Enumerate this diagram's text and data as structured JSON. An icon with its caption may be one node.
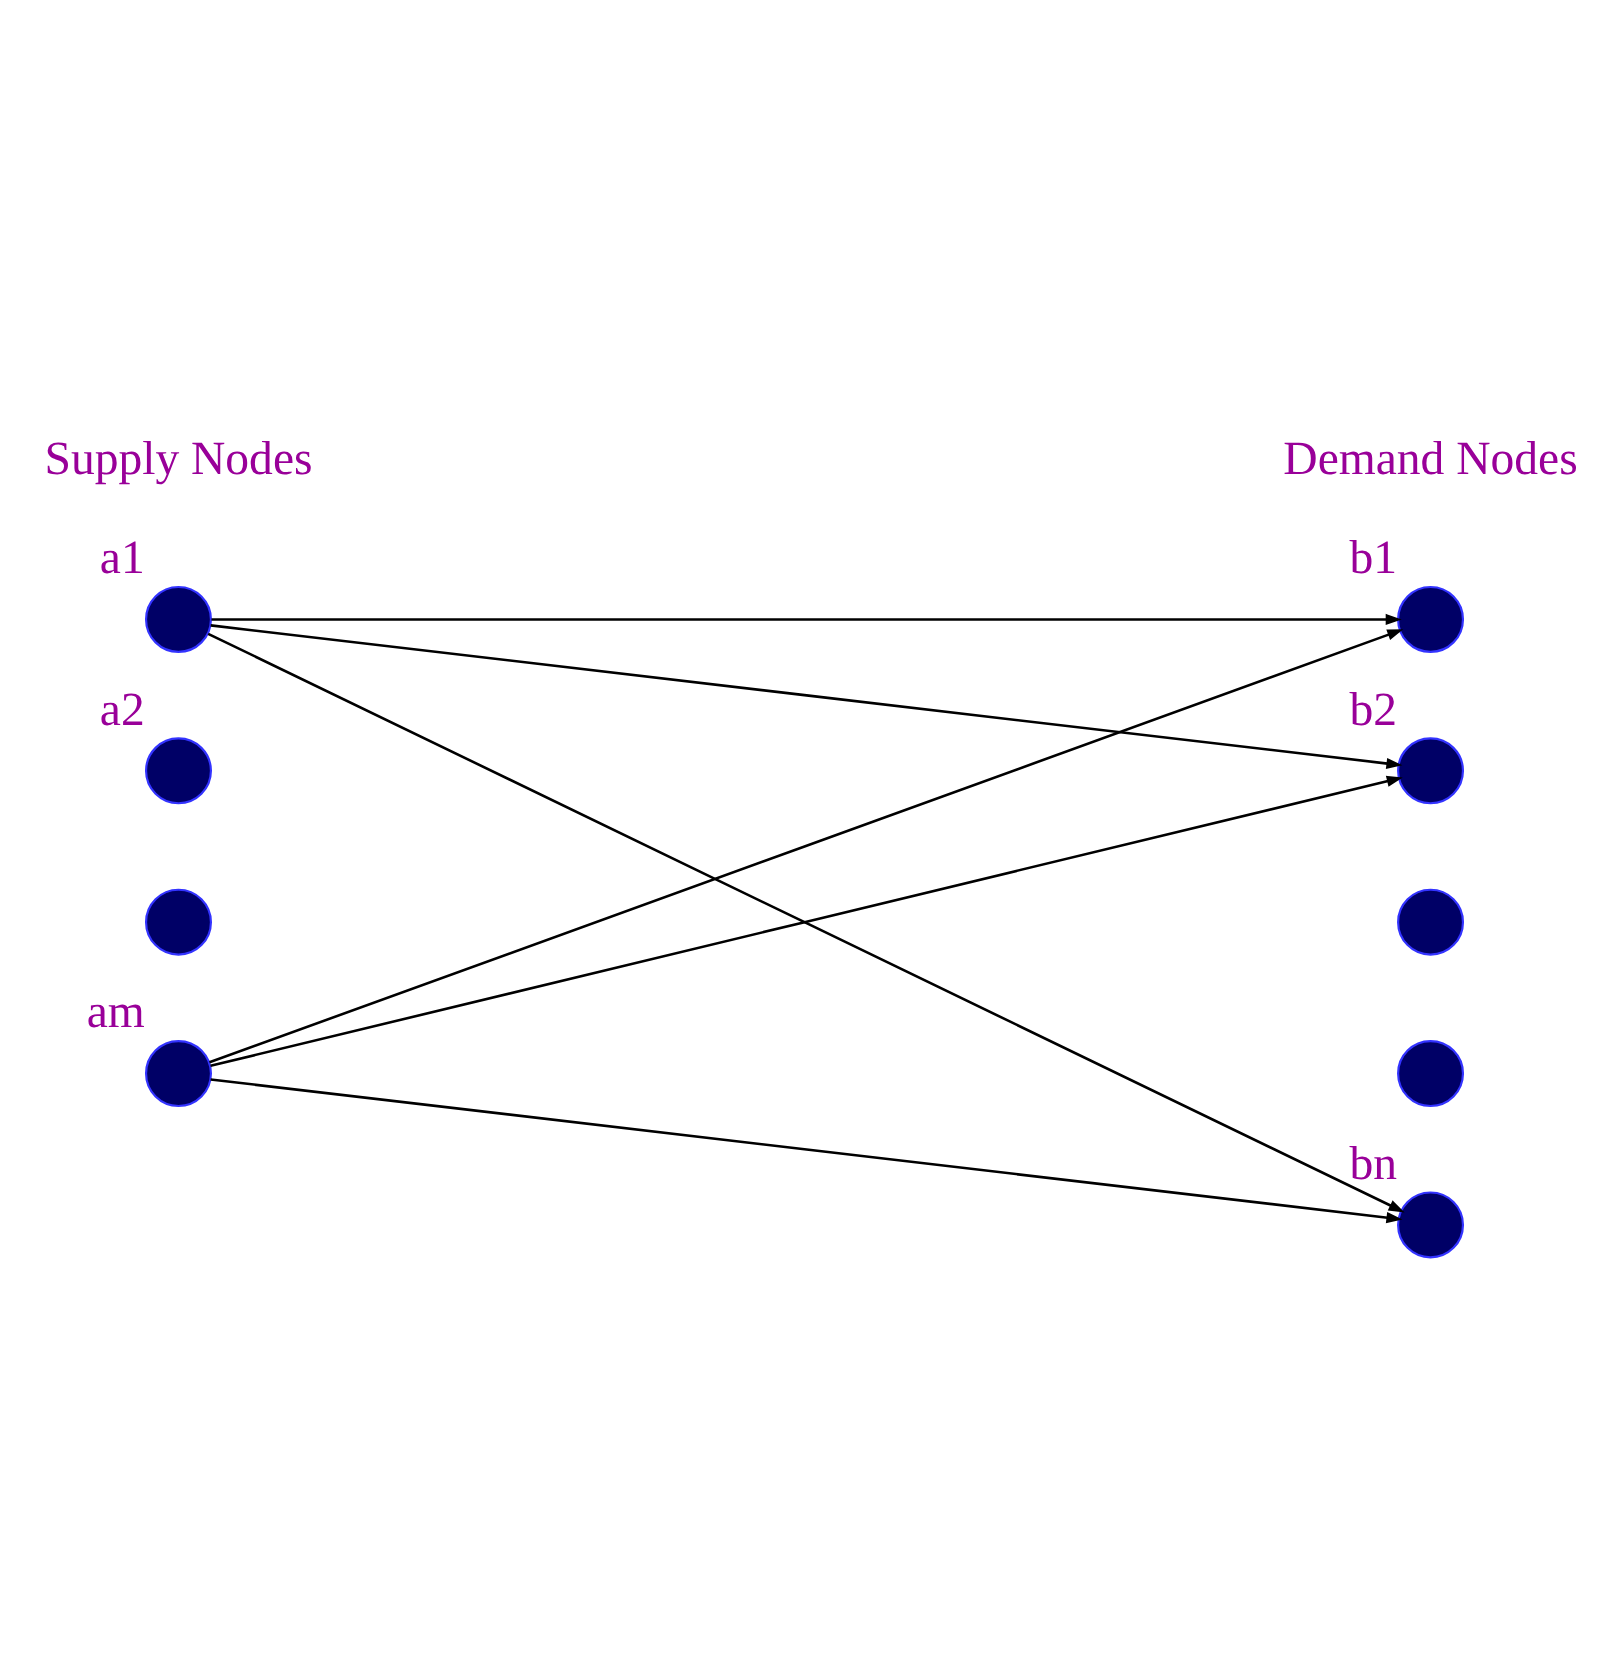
{
  "diagram": {
    "nodes": [
      {
        "text": [],
        "shape": "circle",
        "beside": [
          "a1"
        ]
      },
      {
        "text": [],
        "shape": "circle",
        "beside": [
          "a2"
        ]
      },
      {
        "text": [],
        "shape": "circle"
      },
      {
        "text": [],
        "shape": "circle",
        "beside": [
          "am"
        ]
      },
      {
        "text": [],
        "shape": "circle",
        "beside": [
          "b1"
        ]
      },
      {
        "text": [],
        "shape": "circle",
        "beside": [
          "b2"
        ]
      },
      {
        "text": [],
        "shape": "circle"
      },
      {
        "text": [],
        "shape": "circle"
      },
      {
        "text": [],
        "shape": "circle",
        "beside": [
          "bn"
        ]
      }
    ],
    "edges": [
      {
        "from": 0,
        "to": 4,
        "arrow": "to"
      },
      {
        "from": 0,
        "to": 5,
        "arrow": "to"
      },
      {
        "from": 0,
        "to": 8,
        "arrow": "to"
      },
      {
        "from": 3,
        "to": 4,
        "arrow": "to"
      },
      {
        "from": 3,
        "to": 5,
        "arrow": "to"
      },
      {
        "from": 3,
        "to": 8,
        "arrow": "to"
      }
    ],
    "labels": [
      "Supply Nodes",
      "Demand Nodes"
    ]
  }
}
